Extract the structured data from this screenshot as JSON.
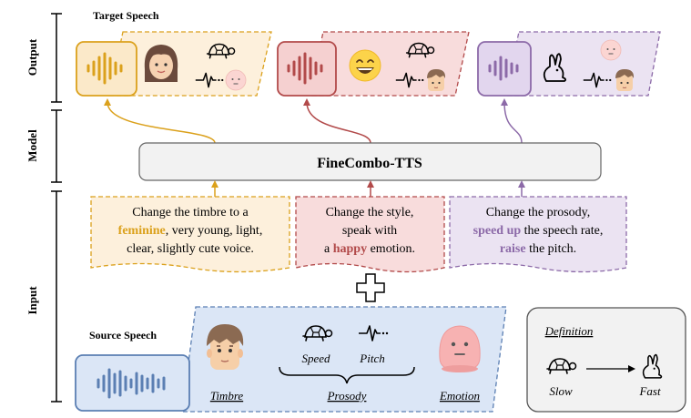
{
  "sections": {
    "output": "Output",
    "model": "Model",
    "input": "Input"
  },
  "target_speech": {
    "title": "Target Speech"
  },
  "model": {
    "name": "FineCombo-TTS"
  },
  "instructions": [
    {
      "line1": "Change the timbre to a",
      "line2_highlight": "feminine",
      "line2_rest": ", very young, light,",
      "line3": "clear, slightly cute voice."
    },
    {
      "line1": "Change the style,",
      "line2": "speak with",
      "line3_pre": "a ",
      "line3_highlight": "happy",
      "line3_post": " emotion."
    },
    {
      "line1": "Change the prosody,",
      "line2_highlight": "speed up",
      "line2_rest": " the speech rate,",
      "line3_highlight": "raise",
      "line3_rest": " the pitch."
    }
  ],
  "source_speech": {
    "title": "Source Speech",
    "speed_label": "Speed",
    "pitch_label": "Pitch",
    "timbre_label": "Timbre",
    "prosody_label": "Prosody",
    "emotion_label": "Emotion"
  },
  "definition": {
    "title": "Definition",
    "slow": "Slow",
    "fast": "Fast"
  },
  "colors": {
    "orange": "#dba11c",
    "orange_fill": "#fdf0dc",
    "red": "#b24a4a",
    "red_fill": "#f8dcdc",
    "purple": "#8c6aa8",
    "purple_fill": "#ebe3f2",
    "blue": "#5b7fb3",
    "blue_fill": "#dbe6f6",
    "gray_fill": "#f2f2f2"
  },
  "icons": [
    "waveform-icon",
    "girl-face-icon",
    "turtle-icon",
    "pitch-wave-icon",
    "neutral-face-icon",
    "laughing-face-icon",
    "boy-face-icon",
    "rabbit-icon",
    "plus-icon",
    "arrow-icon"
  ]
}
